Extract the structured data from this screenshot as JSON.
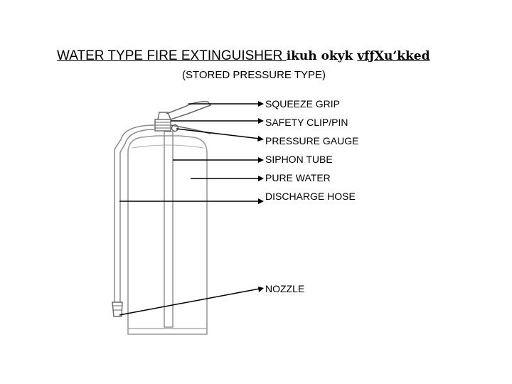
{
  "title": {
    "english": "WATER TYPE FIRE EXTINGUISHER ",
    "hindi_plain": "ikuh okyk ",
    "hindi_underlined": "vfƒXu’kked"
  },
  "subtitle": "(STORED PRESSURE TYPE)",
  "labels": {
    "squeeze_grip": "SQUEEZE GRIP",
    "safety_clip": "SAFETY CLIP/PIN",
    "pressure_gauge": "PRESSURE GAUGE",
    "siphon_tube": "SIPHON TUBE",
    "pure_water": "PURE WATER",
    "discharge_hose": "DISCHARGE HOSE",
    "nozzle": "NOZZLE"
  },
  "colors": {
    "line": "#000000",
    "outline": "#9a9a9a",
    "background": "#ffffff"
  }
}
